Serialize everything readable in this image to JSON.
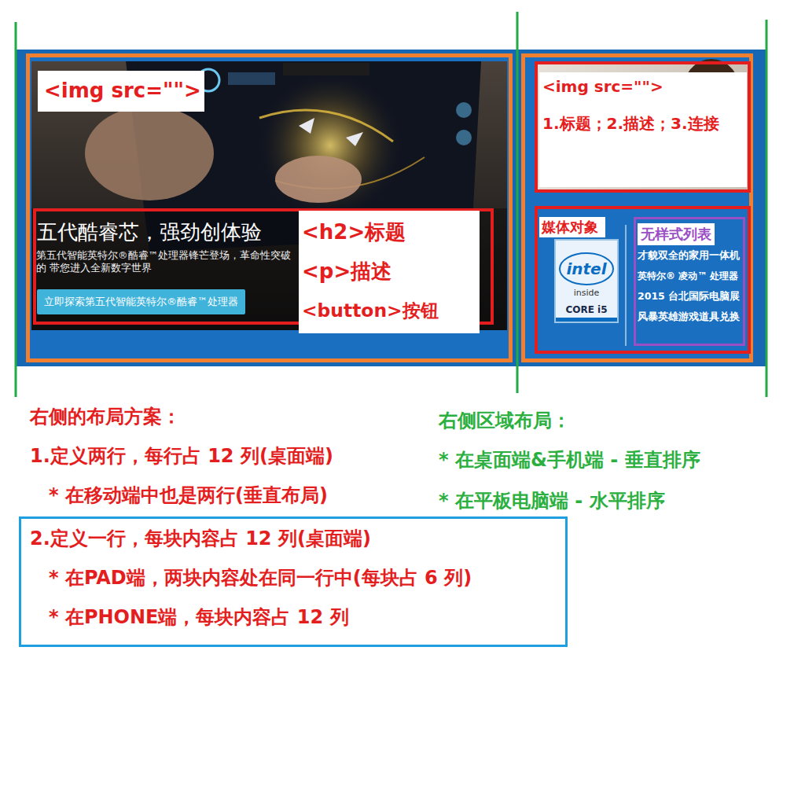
{
  "diagram": {
    "nodes": [
      {
        "text": [
          "<img src=\"\">"
        ]
      },
      {
        "text": [
          "五代酷睿芯，强劲创体验",
          "第五代智能英特尔®酷睿™处理器锋芒登场，革命性突破的 带您进入全新数字世界"
        ]
      },
      {
        "text": [
          "立即探索第五代智能英特尔®酷睿™处理器"
        ],
        "in": 1
      },
      {
        "text": [
          "<h2>标题",
          "<p>描述",
          "<button>按钮"
        ],
        "in": 1
      },
      {
        "text": [
          "<img src=\"\">",
          "1.标题；2.描述；3.连接"
        ]
      },
      {
        "text": [
          "媒体对象"
        ]
      },
      {
        "text": [
          "无样式列表",
          "才貌双全的家用一体机",
          "英特尔® 凌动™ 处理器",
          "2015 台北国际电脑展",
          "风暴英雄游戏道具兑换"
        ]
      },
      {
        "text": [
          "2.定义一行，每块内容占 12 列(桌面端)",
          "* 在PAD端，两块内容处在同一行中(每块占 6 列)",
          "* 在PHONE端，每块内容占 12 列"
        ]
      }
    ],
    "labels": [
      "intel",
      "inside",
      "CORE i5",
      "右侧的布局方案：",
      "1.定义两行，每行占 12 列(桌面端)",
      "* 在移动端中也是两行(垂直布局)",
      "右侧区域布局：",
      "* 在桌面端&手机端 - 垂直排序",
      "* 在平板电脑端 - 水平排序"
    ]
  }
}
